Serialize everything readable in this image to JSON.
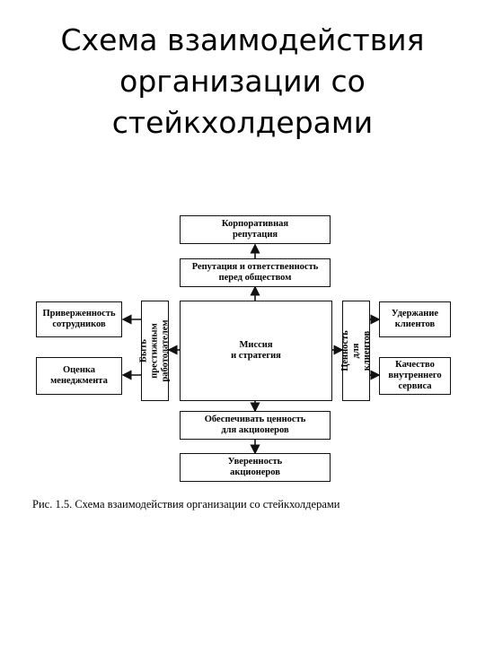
{
  "title": {
    "lines": [
      "Схема взаимодействия",
      "организации со",
      "стейкхолдерами"
    ]
  },
  "diagram": {
    "corp_reputation": "Корпоративная\nрепутация",
    "social_reputation": "Репутация и ответственность\nперед обществом",
    "mission": "Миссия\nи стратегия",
    "shareholder_value": "Обеспечивать ценность\nдля акционеров",
    "shareholder_confidence": "Уверенность\nакционеров",
    "employee_loyalty": "Приверженность\nсотрудников",
    "management_evaluation": "Оценка\nменеджмента",
    "prestigious_employer": "Быть престижным\nработодателем",
    "customer_value": "Ценность\nдля клиентов",
    "customer_retention": "Удержание\nклиентов",
    "service_quality": "Качество\nвнутреннего\nсервиса"
  },
  "caption": "Рис. 1.5. Схема взаимодействия организации со стейкхолдерами"
}
